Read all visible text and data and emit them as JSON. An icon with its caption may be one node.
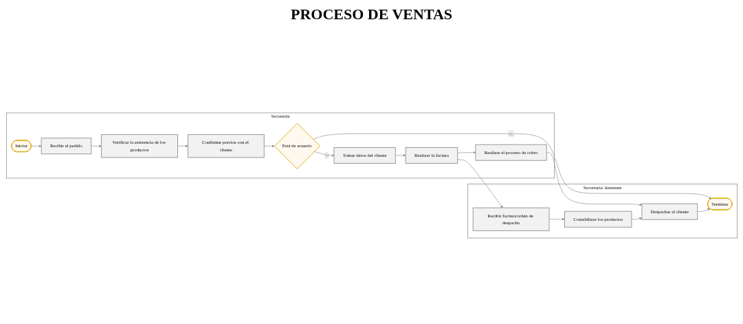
{
  "diagram": {
    "title": "PROCESO DE VENTAS",
    "nodes": [
      {
        "text": [
          "Secretaria"
        ]
      },
      {
        "text": [
          "Iniciar"
        ],
        "in": 0
      },
      {
        "text": [
          "Recibir el pedido"
        ],
        "in": 0
      },
      {
        "text": [
          "Verificar la existencia de los productos"
        ],
        "in": 0
      },
      {
        "text": [
          "Confirmar precios con el cliente"
        ],
        "in": 0
      },
      {
        "text": [
          "Está de acuerdo"
        ],
        "in": 0
      },
      {
        "text": [
          "Tomar datos del cliente"
        ],
        "in": 0
      },
      {
        "text": [
          "Realizar la factura"
        ],
        "in": 0
      },
      {
        "text": [
          "Realizar el proceso de cobro"
        ],
        "in": 0
      },
      {
        "text": [
          "Secretaria/ Asistente"
        ]
      },
      {
        "text": [
          "Recibir factura/orden de despacho"
        ],
        "in": 9
      },
      {
        "text": [
          "Contabilizar los productos"
        ],
        "in": 9
      },
      {
        "text": [
          "Despachar al cliente"
        ],
        "in": 9
      },
      {
        "text": [
          "Terminar"
        ],
        "in": 9
      }
    ],
    "edges": [
      {
        "from": 1,
        "to": 2,
        "arrow": "to"
      },
      {
        "from": 2,
        "to": 3,
        "arrow": "to"
      },
      {
        "from": 3,
        "to": 4,
        "arrow": "to"
      },
      {
        "from": 4,
        "to": 5,
        "arrow": "to"
      },
      {
        "from": 5,
        "to": 6,
        "arrow": "to",
        "label": "Sí"
      },
      {
        "from": 6,
        "to": 7,
        "arrow": "to"
      },
      {
        "from": 7,
        "to": 8,
        "arrow": "to"
      },
      {
        "from": 7,
        "to": 10,
        "arrow": "to"
      },
      {
        "from": 8,
        "to": 12,
        "arrow": "to"
      },
      {
        "from": 5,
        "to": 13,
        "arrow": "to",
        "label": "No"
      },
      {
        "from": 10,
        "to": 11,
        "arrow": "to"
      },
      {
        "from": 11,
        "to": 12,
        "arrow": "to"
      },
      {
        "from": 12,
        "to": 13,
        "arrow": "to"
      }
    ]
  }
}
